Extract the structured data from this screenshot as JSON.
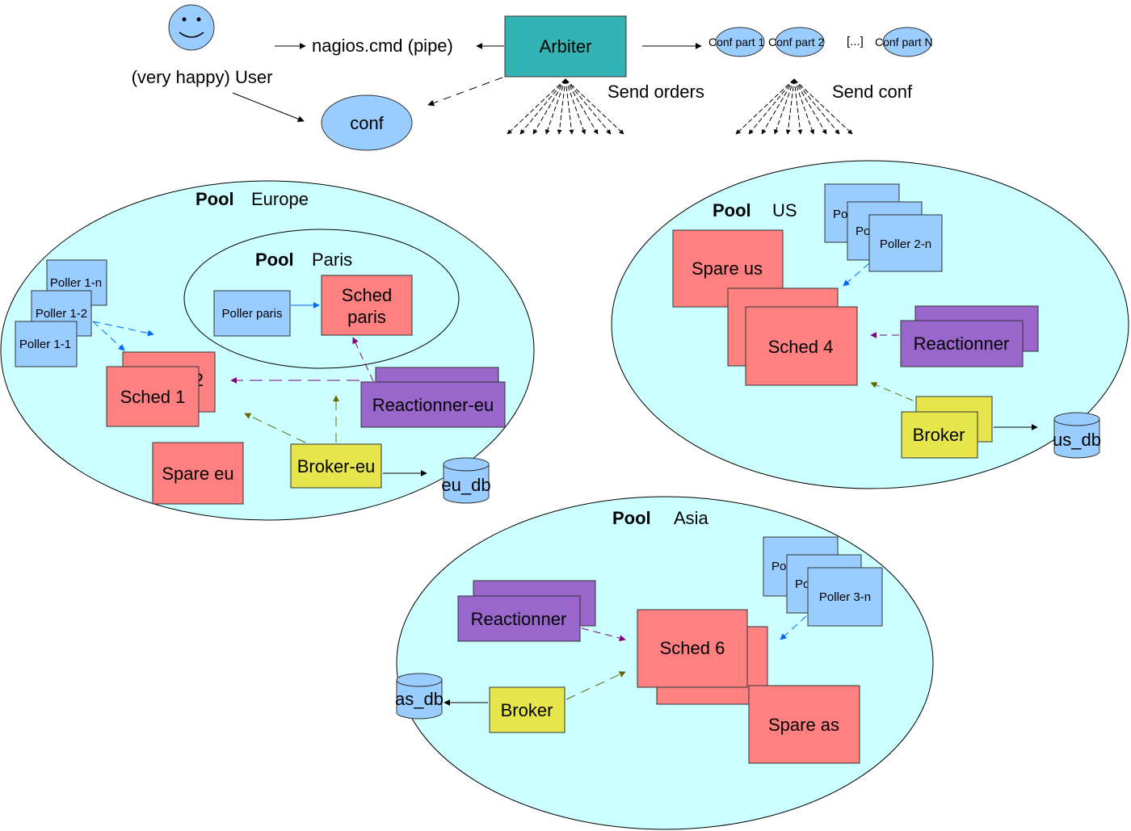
{
  "colors": {
    "pool_fill": "#ccffff",
    "arbiter": "#33b3b3",
    "bubble": "#99ccff",
    "scheduler": "#ff8080",
    "poller": "#99ccff",
    "reactionner": "#9966cc",
    "broker": "#e6e64c",
    "database": "#99ccff",
    "arrow_blue": "#0066ff",
    "arrow_purple": "#800080",
    "arrow_olive": "#666600",
    "arrow_black": "#000000"
  },
  "top": {
    "user_label": "(very happy) User",
    "user_icon": "smiley-face-icon",
    "pipe_label": "nagios.cmd (pipe)",
    "arbiter_label": "Arbiter",
    "conf_label": "conf",
    "send_orders_label": "Send orders",
    "send_conf_label": "Send conf",
    "conf_parts": [
      "Conf part 1",
      "Conf part 2",
      "Conf part N"
    ],
    "conf_parts_ellipsis": "[...]"
  },
  "pools": {
    "pool_word": "Pool",
    "europe": {
      "name": "Europe",
      "pollers": [
        "Poller 1-n",
        "Poller 1-2",
        "Poller 1-1"
      ],
      "sched_back_label": "2",
      "sched_front_label": "Sched 1",
      "spare_label": "Spare eu",
      "broker_label": "Broker-eu",
      "reactionner_label": "Reactionner-eu",
      "db_label": "eu_db"
    },
    "paris": {
      "name": "Paris",
      "poller_label": "Poller paris",
      "sched_label_line1": "Sched",
      "sched_label_line2": "paris"
    },
    "us": {
      "name": "US",
      "pollers": [
        "Po",
        "Po",
        "Poller 2-n"
      ],
      "spare_label": "Spare us",
      "sched_label": "Sched 4",
      "reactionner_label": "Reactionner",
      "broker_label": "Broker",
      "db_label": "us_db"
    },
    "asia": {
      "name": "Asia",
      "pollers": [
        "Po",
        "Po",
        "Poller 3-n"
      ],
      "reactionner_label": "Reactionner",
      "sched_label": "Sched 6",
      "spare_label": "Spare as",
      "broker_label": "Broker",
      "db_label": "as_db"
    }
  }
}
